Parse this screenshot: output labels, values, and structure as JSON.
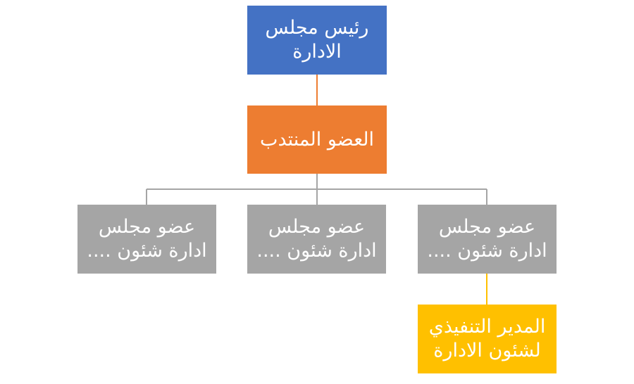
{
  "org_chart": {
    "chairman": {
      "label": "رئيس مجلس\nالادارة",
      "color": "#4472c4"
    },
    "delegate": {
      "label": "العضو المنتدب",
      "color": "#ed7d31"
    },
    "members": [
      {
        "label": "عضو مجلس\nادارة شئون ....",
        "color": "#a5a5a5"
      },
      {
        "label": "عضو مجلس\nادارة شئون ....",
        "color": "#a5a5a5"
      },
      {
        "label": "عضو مجلس\nادارة شئون ....",
        "color": "#a5a5a5"
      }
    ],
    "executive": {
      "label": "المدير التنفيذي\nلشئون الادارة",
      "color": "#ffc000"
    },
    "connector_colors": {
      "chairman_to_delegate": "#ed7d31",
      "delegate_to_members": "#a5a5a5",
      "member_to_executive": "#ffc000"
    }
  }
}
